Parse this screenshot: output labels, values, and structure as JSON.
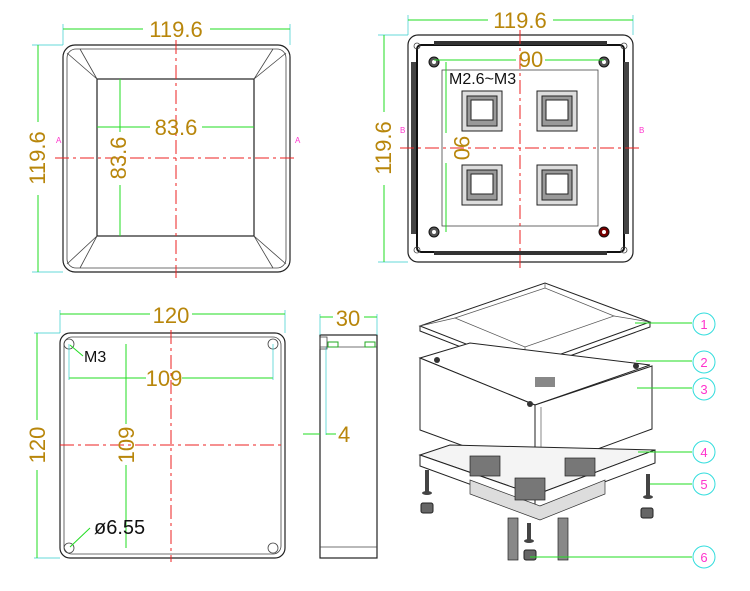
{
  "title": "Enclosure dimension drawing",
  "views": {
    "top_cover": {
      "width_dim": "119.6",
      "height_dim": "119.6",
      "inner_width_dim": "83.6",
      "inner_height_dim": "83.6",
      "section_mark_left": "A",
      "section_mark_right": "A"
    },
    "base_plate": {
      "width_dim": "119.6",
      "height_dim": "119.6",
      "hole_spacing_x": "90",
      "hole_spacing_y": "90",
      "screw_note": "M2.6~M3",
      "section_mark_left": "B",
      "section_mark_right": "B"
    },
    "bottom_view": {
      "width_dim": "120",
      "height_dim": "120",
      "hole_spacing_x": "109",
      "hole_spacing_y": "109",
      "screw_note": "M3",
      "hole_diameter_note": "ø6.55"
    },
    "side_view": {
      "depth_dim": "30",
      "wall_dim": "4"
    },
    "exploded_view": {
      "callouts": [
        "1",
        "2",
        "3",
        "4",
        "5",
        "6"
      ]
    }
  },
  "colors": {
    "dimension_text": "#b8860b",
    "dimension_line": "#22dd22",
    "center_line": "#ee2222",
    "callout_text": "#ff33cc",
    "callout_circle": "#33dddd"
  }
}
